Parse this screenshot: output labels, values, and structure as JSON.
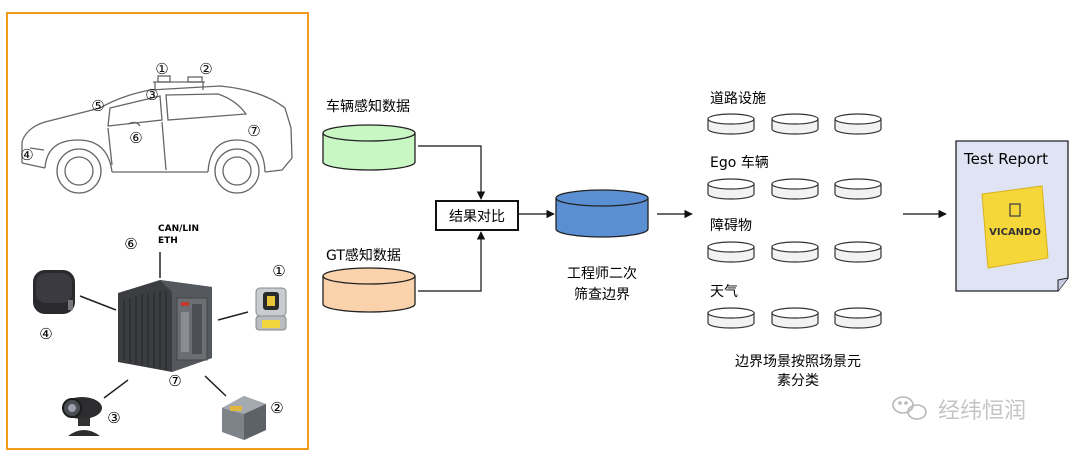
{
  "hardware_panel": {
    "border_color": "#f39a1e",
    "vehicle_markers": [
      "①",
      "②",
      "③",
      "④",
      "⑤",
      "⑥",
      "⑦"
    ],
    "bus_label_line1": "CAN/LIN",
    "bus_label_line2": "ETH",
    "device_markers": {
      "bus": "⑥",
      "lidar": "①",
      "radar": "④",
      "computer": "⑦",
      "camera": "③",
      "imu": "②"
    }
  },
  "sources": {
    "vehicle_db_label": "车辆感知数据",
    "vehicle_db_color": "#c9f7c4",
    "gt_db_label": "GT感知数据",
    "gt_db_color": "#fad3ad"
  },
  "compare_box_label": "结果对比",
  "engineer": {
    "db_color": "#5b8fd3",
    "label_line1": "工程师二次",
    "label_line2": "筛查边界"
  },
  "categories": [
    {
      "label": "道路设施"
    },
    {
      "label": "Ego 车辆"
    },
    {
      "label": "障碍物"
    },
    {
      "label": "天气"
    }
  ],
  "category_caption_line1": "边界场景按照场景元",
  "category_caption_line2": "素分类",
  "report": {
    "title": "Test Report",
    "logo_text": "VICANDO",
    "logo_color": "#f6d73a",
    "page_color": "#dfe3f4"
  },
  "watermark": "经纬恒润"
}
